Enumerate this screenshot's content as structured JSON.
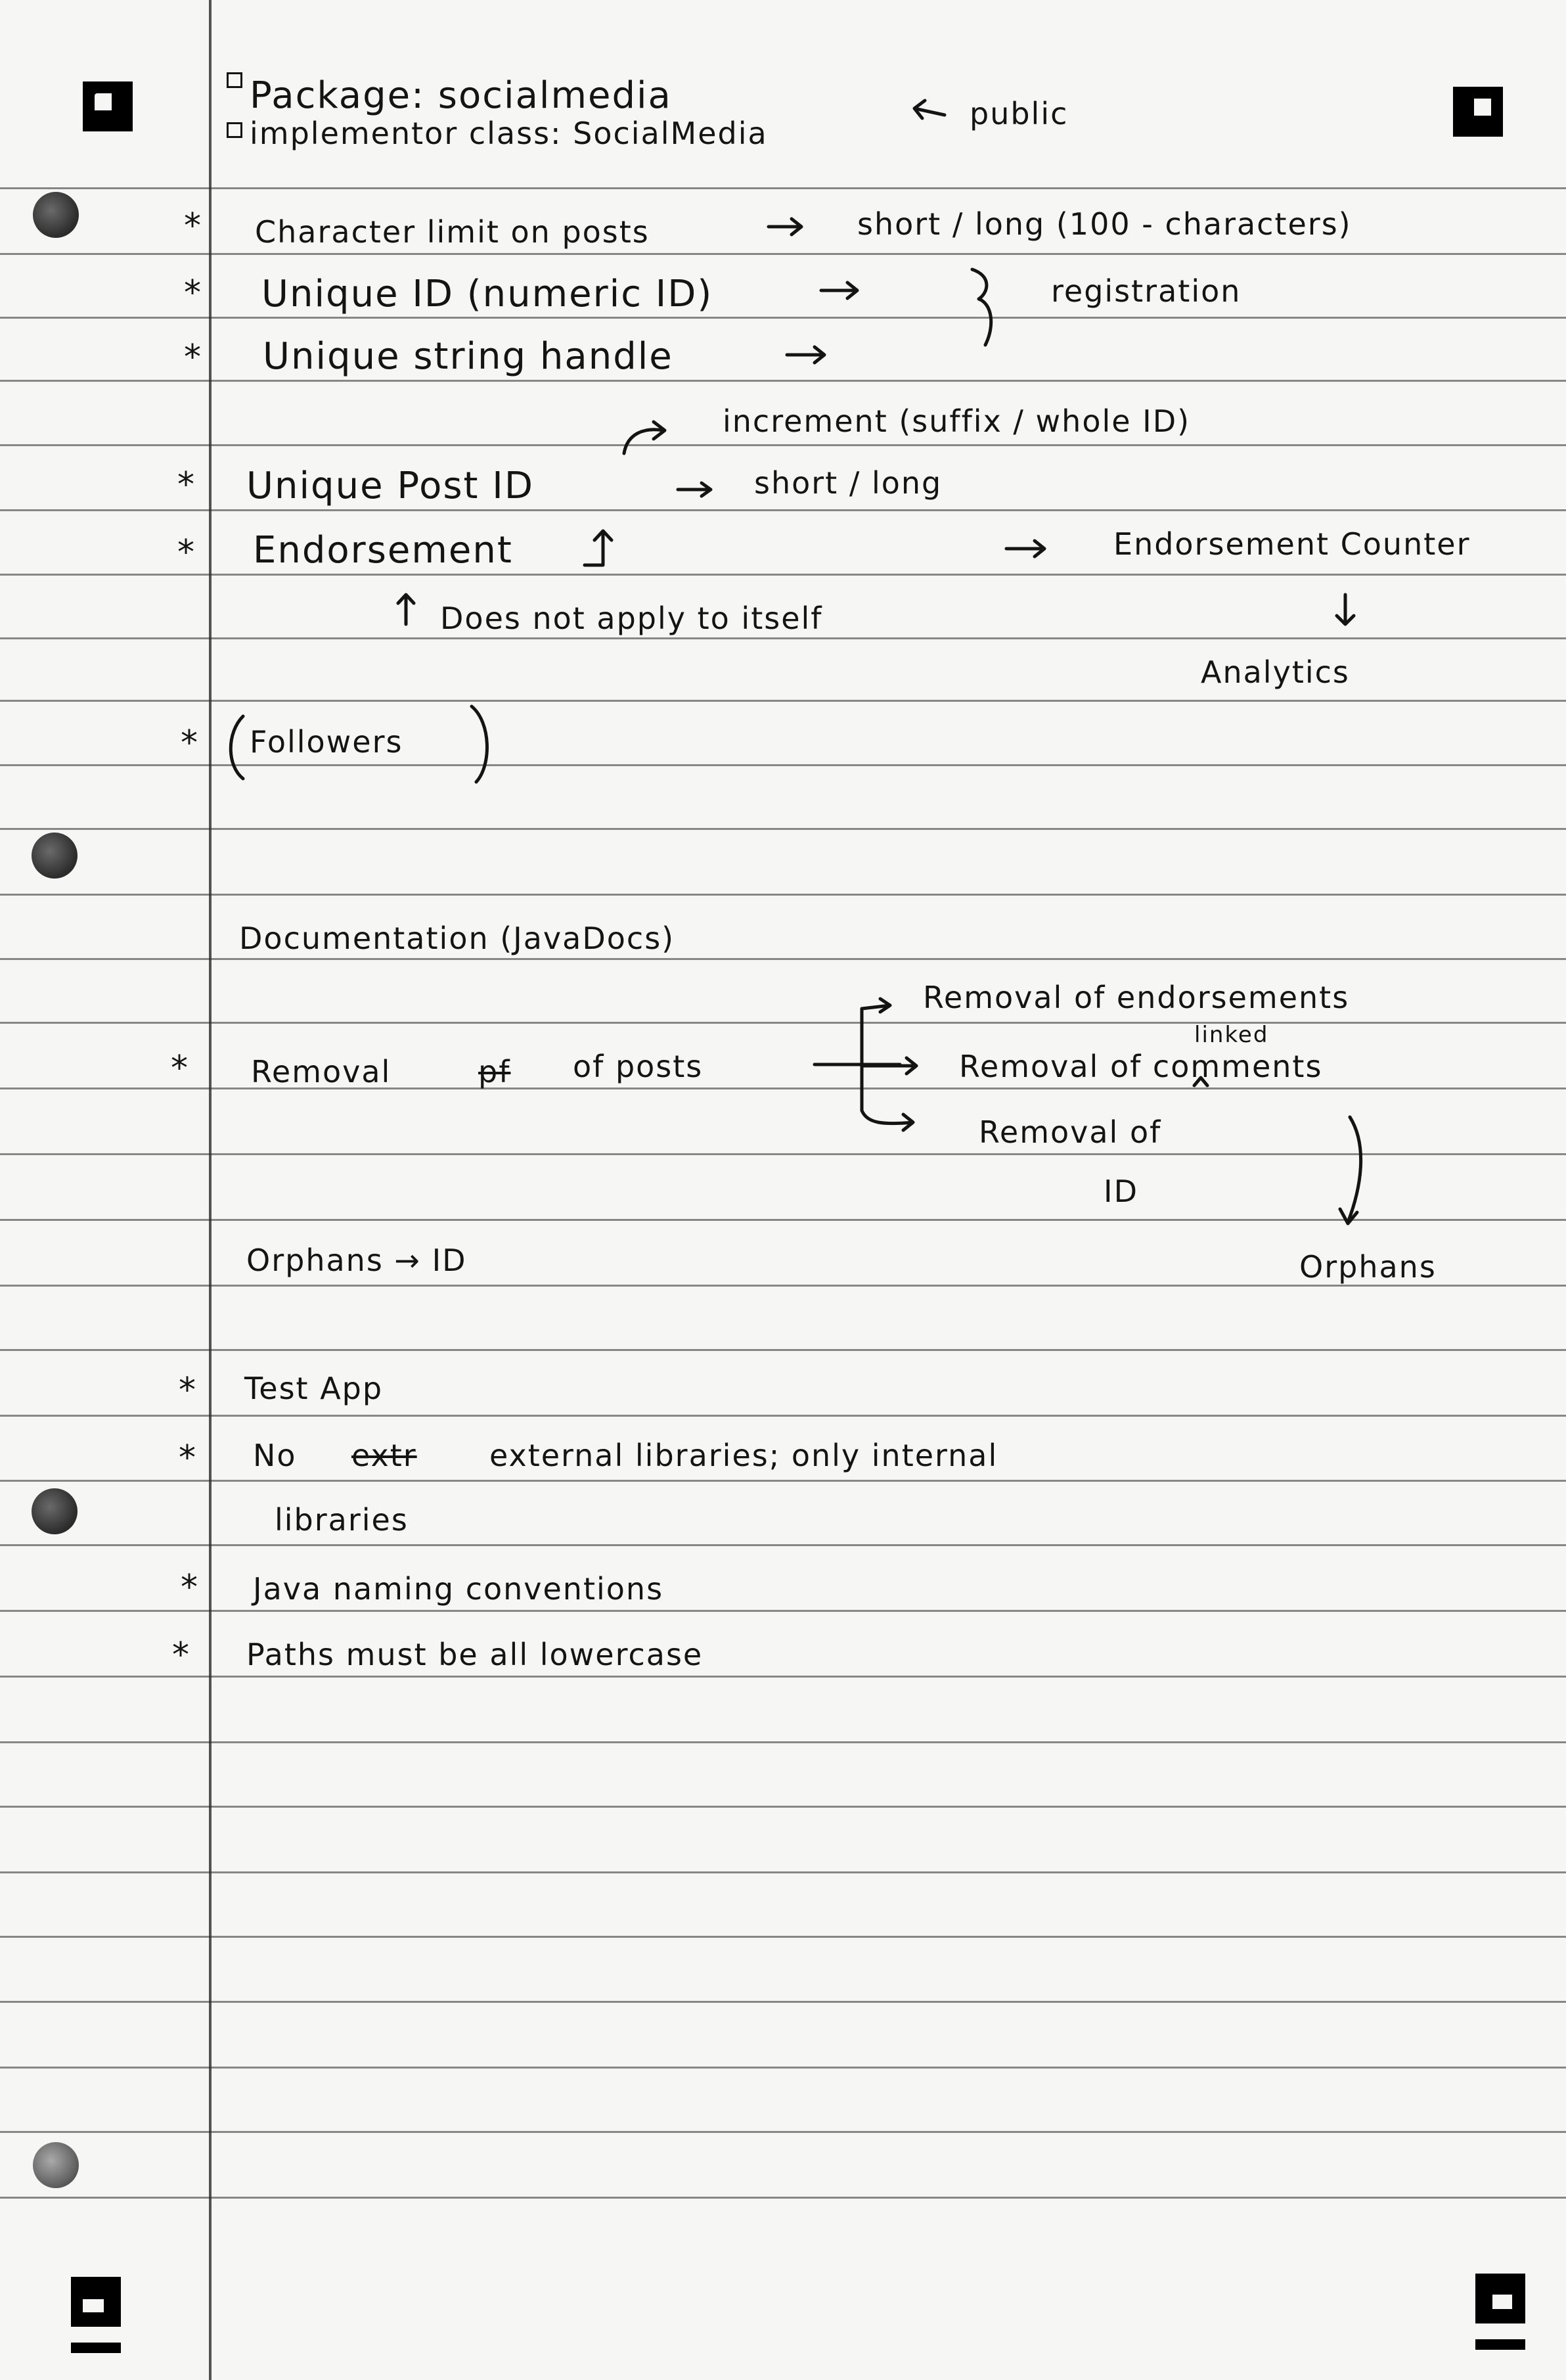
{
  "header": {
    "package_line": "Package: socialmedia",
    "implementor_line": "implementor class: SocialMedia",
    "public_note": "public"
  },
  "notes": {
    "char_limit": "Character limit on posts",
    "char_limit_result": "short / long (100 - characters)",
    "unique_id": "Unique ID (numeric ID)",
    "unique_handle": "Unique string handle",
    "registration": "registration",
    "increment": "increment (suffix / whole ID)",
    "unique_post": "Unique Post ID",
    "short_long": "short / long",
    "endorsement": "Endorsement",
    "endorsement_counter": "Endorsement Counter",
    "does_not_apply": "Does not apply to itself",
    "analytics": "Analytics",
    "followers": "Followers",
    "documentation": "Documentation (JavaDocs)",
    "removal_posts_a": "Removal",
    "removal_posts_struck": "pf",
    "removal_posts_b": "of posts",
    "removal_endorsements": "Removal of endorsements",
    "linked": "linked",
    "removal_comments": "Removal of comments",
    "removal_id": "Removal of",
    "removal_id_2": "ID",
    "orphans_id": "Orphans → ID",
    "orphans": "Orphans",
    "test_app": "Test App",
    "no_libs_a": "No",
    "no_libs_struck": "extr",
    "no_libs_b": "external libraries; only internal",
    "no_libs_c": "libraries",
    "java_naming": "Java naming conventions",
    "paths_lowercase": "Paths must be all lowercase"
  },
  "bullet_symbol": "*"
}
